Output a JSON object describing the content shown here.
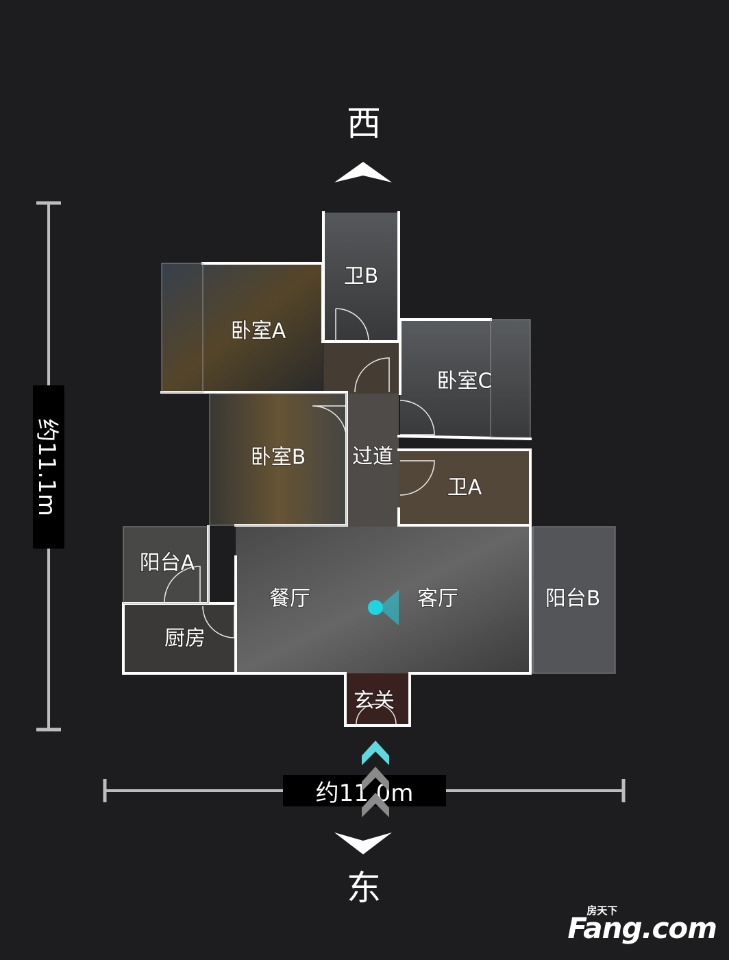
{
  "compass": {
    "north_label": "西",
    "south_label": "东"
  },
  "dimensions": {
    "height_label": "约11.1m",
    "width_label": "约11.0m"
  },
  "rooms": [
    {
      "id": "bedroom-a",
      "label": "卧室A"
    },
    {
      "id": "bath-b",
      "label": "卫B"
    },
    {
      "id": "bedroom-c",
      "label": "卧室C"
    },
    {
      "id": "bedroom-b",
      "label": "卧室B"
    },
    {
      "id": "corridor",
      "label": "过道"
    },
    {
      "id": "bath-a",
      "label": "卫A"
    },
    {
      "id": "balcony-a",
      "label": "阳台A"
    },
    {
      "id": "dining",
      "label": "餐厅"
    },
    {
      "id": "living",
      "label": "客厅"
    },
    {
      "id": "balcony-b",
      "label": "阳台B"
    },
    {
      "id": "kitchen",
      "label": "厨房"
    },
    {
      "id": "entrance",
      "label": "玄关"
    }
  ],
  "colors": {
    "background": "#1d1d1f",
    "wall": "#ffffff",
    "marker": "#1fd4e0",
    "nav_active": "#5fd8e0",
    "nav_inactive": "#8a8a8a",
    "ruler": "#bdbdbd"
  },
  "watermark": {
    "brand": "Fang.com",
    "brand_cn": "房天下"
  }
}
